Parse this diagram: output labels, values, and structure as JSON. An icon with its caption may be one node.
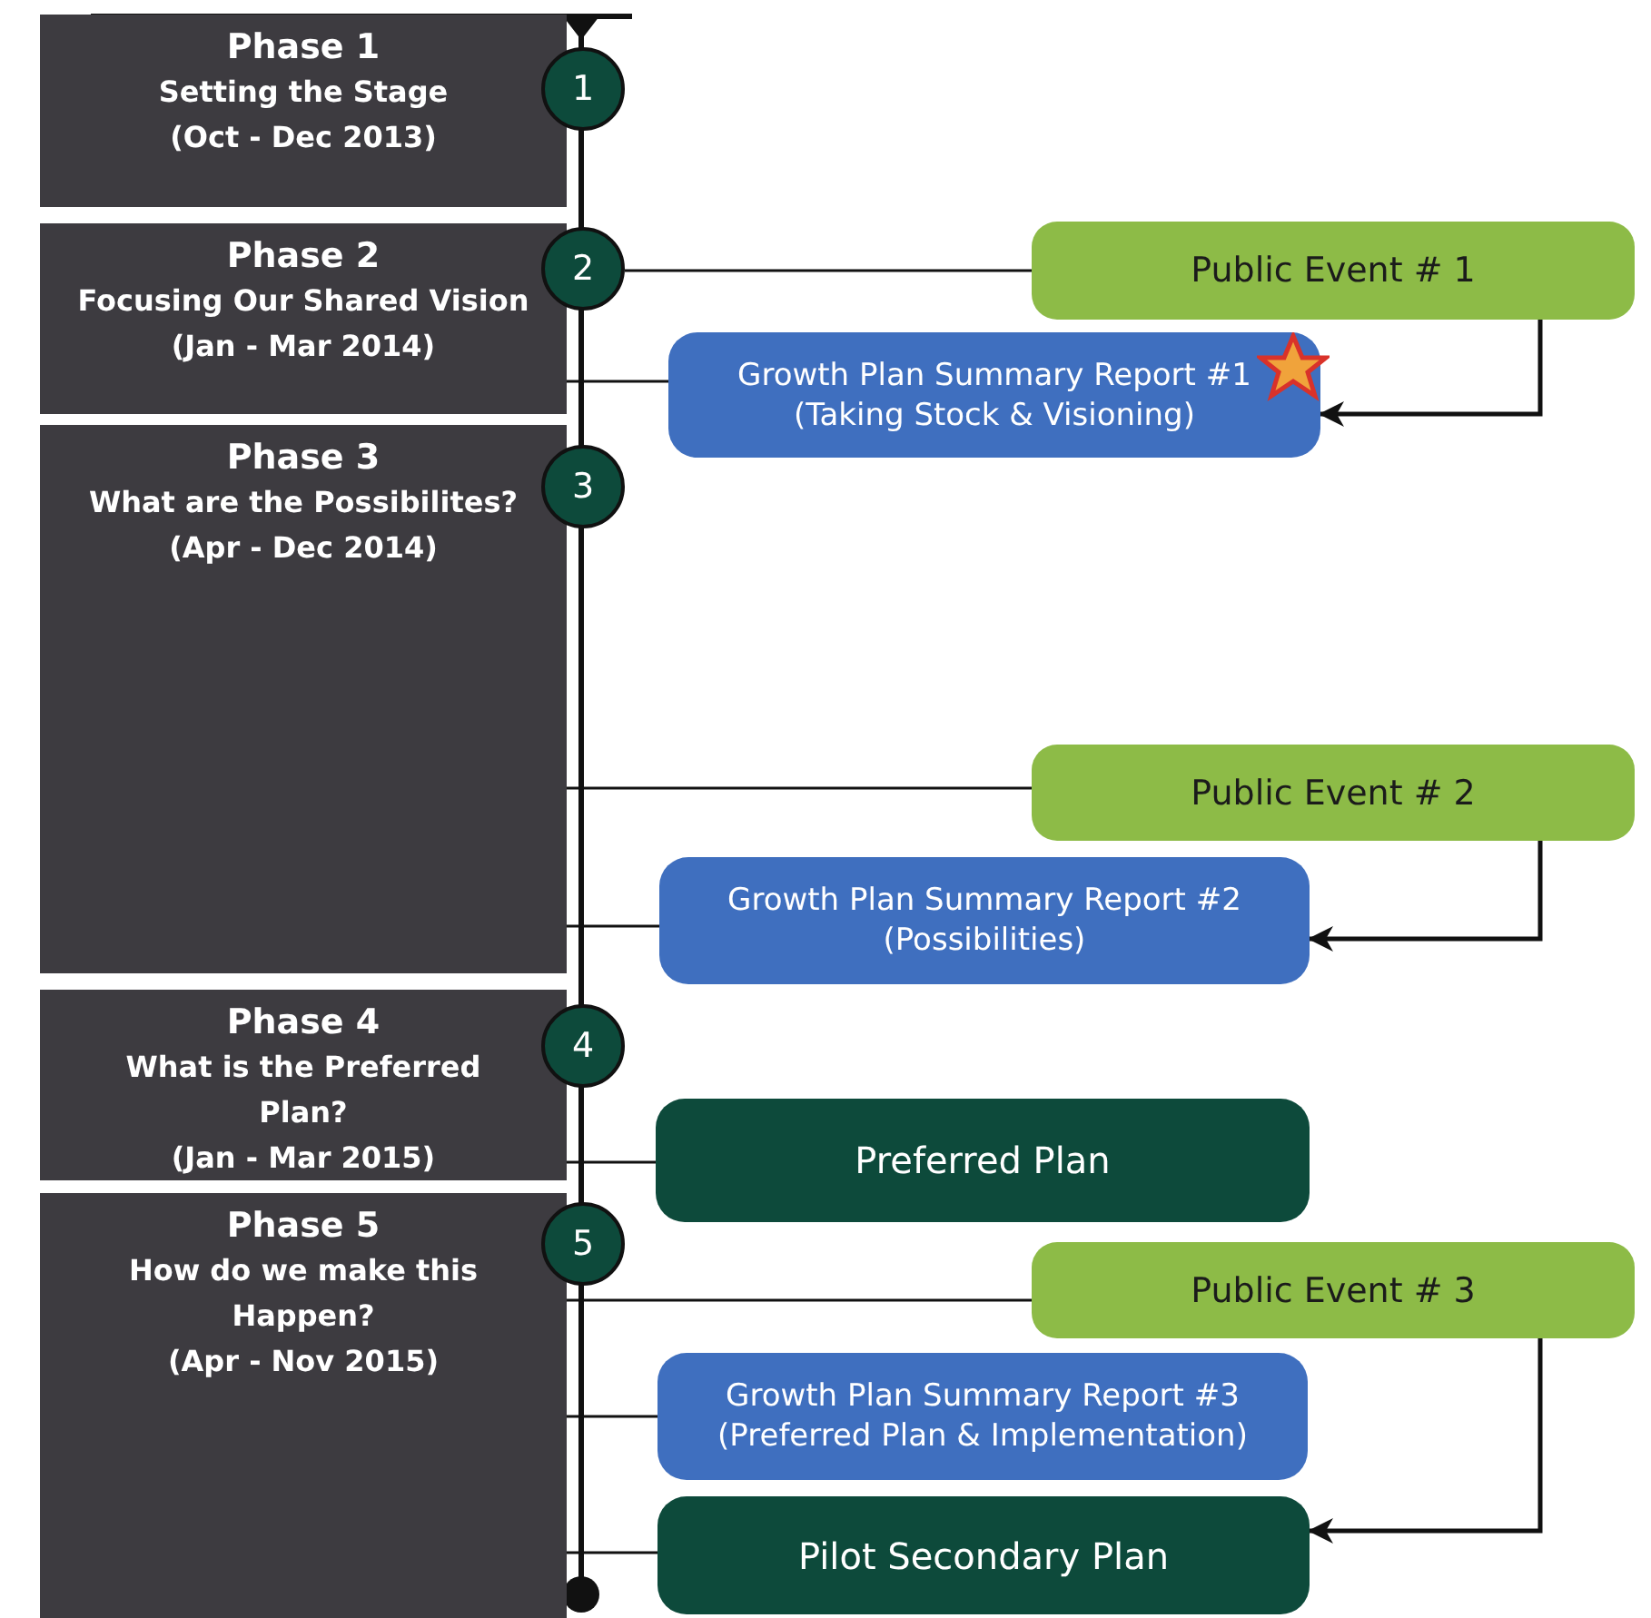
{
  "diagram": {
    "nodes": [
      {
        "text": [
          "Phase 1",
          "Setting the Stage",
          "(Oct - Dec 2013)"
        ]
      },
      {
        "text": [
          "Phase 2",
          "Focusing Our Shared Vision",
          "(Jan - Mar 2014)"
        ]
      },
      {
        "text": [
          "Phase 3",
          "What are the Possibilites?",
          "(Apr - Dec 2014)"
        ]
      },
      {
        "text": [
          "Phase 4",
          "What is the Preferred Plan?",
          "(Jan - Mar 2015)"
        ]
      },
      {
        "text": [
          "Phase 5",
          "How do we make this Happen?",
          "(Apr - Nov 2015)"
        ]
      },
      {
        "text": [
          "1"
        ]
      },
      {
        "text": [
          "2"
        ]
      },
      {
        "text": [
          "3"
        ]
      },
      {
        "text": [
          "4"
        ]
      },
      {
        "text": [
          "5"
        ]
      },
      {
        "text": [
          "Public Event # 1"
        ]
      },
      {
        "text": [
          "Growth Plan Summary Report #1",
          "(Taking Stock & Visioning)"
        ]
      },
      {
        "text": [
          "Public Event # 2"
        ]
      },
      {
        "text": [
          "Growth Plan Summary Report #2",
          "(Possibilities)"
        ]
      },
      {
        "text": [
          "Preferred Plan"
        ]
      },
      {
        "text": [
          "Public Event # 3"
        ]
      },
      {
        "text": [
          "Growth Plan Summary Report #3",
          "(Preferred Plan & Implementation)"
        ]
      },
      {
        "text": [
          "Pilot Secondary Plan"
        ]
      }
    ],
    "edges": [
      {
        "from": 6,
        "to": 10,
        "arrow": "none"
      },
      {
        "from": 1,
        "to": 11,
        "arrow": "none"
      },
      {
        "from": 10,
        "to": 11,
        "arrow": "to"
      },
      {
        "from": 2,
        "to": 12,
        "arrow": "none"
      },
      {
        "from": 2,
        "to": 13,
        "arrow": "none"
      },
      {
        "from": 12,
        "to": 13,
        "arrow": "to"
      },
      {
        "from": 3,
        "to": 14,
        "arrow": "none"
      },
      {
        "from": 4,
        "to": 15,
        "arrow": "none"
      },
      {
        "from": 4,
        "to": 16,
        "arrow": "none"
      },
      {
        "from": 4,
        "to": 17,
        "arrow": "none"
      },
      {
        "from": 15,
        "to": 17,
        "arrow": "to"
      }
    ]
  }
}
